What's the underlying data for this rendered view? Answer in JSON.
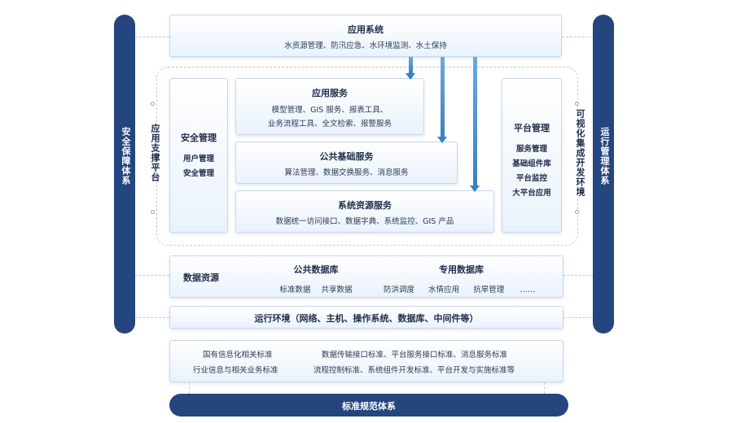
{
  "app_system": {
    "title": "应用系统",
    "items": "水资源管理、防汛应急、水环境监测、水土保持"
  },
  "left_pillar": {
    "label": "安全保障体系"
  },
  "right_pillar": {
    "label": "运行管理体系"
  },
  "app_support": {
    "label": "应用支撑平台"
  },
  "visual_env": {
    "label": "可视化集成开发环境"
  },
  "security_mgmt": {
    "title": "安全管理",
    "items": [
      "用户管理",
      "安全管理"
    ]
  },
  "app_service": {
    "title": "应用服务",
    "line1": "模型管理、GIS 服务、报表工具、",
    "line2": "业务流程工具、全文检索、报警服务"
  },
  "public_service": {
    "title": "公共基础服务",
    "items": "算法管理、数据交换服务、消息服务"
  },
  "system_resource": {
    "title": "系统资源服务",
    "items": "数据统一访问接口、数据字典、系统监控、GIS 产品"
  },
  "platform_mgmt": {
    "title": "平台管理",
    "items": [
      "服务管理",
      "基础组件库",
      "平台监控",
      "大平台应用"
    ]
  },
  "data_resource": {
    "label": "数据资源",
    "public_db": {
      "title": "公共数据库",
      "items": [
        "标准数据",
        "共享数据"
      ]
    },
    "special_db": {
      "title": "专用数据库",
      "items": [
        "防洪调度",
        "水情应用",
        "抗旱管理",
        "……"
      ]
    }
  },
  "runtime_env": {
    "label": "运行环境（网络、主机、操作系统、数据库、中间件等）"
  },
  "standards": {
    "left1": "国有信息化相关标准",
    "left2": "行业信息与相关业务标准",
    "right1": "数据传输接口标准、平台服务接口标准、消息服务标准",
    "right2": "流程控制标准、系统组件开发标准、平台开发与实施标准等"
  },
  "standards_bar": {
    "label": "标准规范体系"
  }
}
